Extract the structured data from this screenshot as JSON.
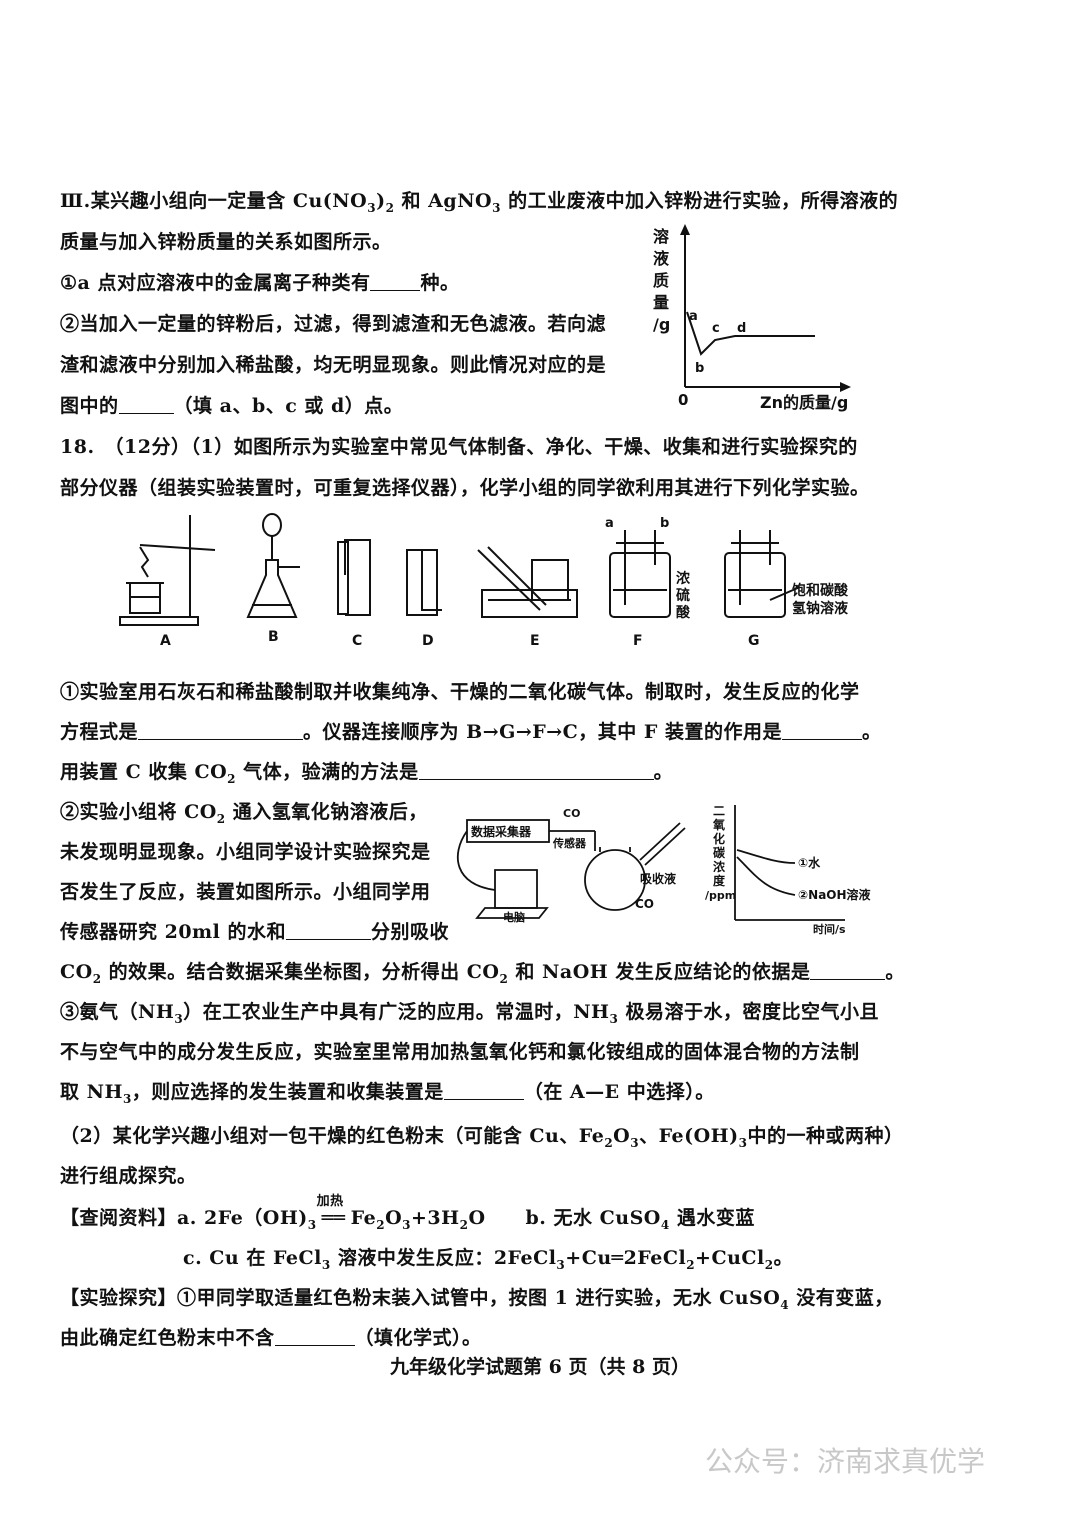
{
  "section3": {
    "l1a": "Ⅲ.某兴趣小组向一定量含 Cu(NO",
    "l1b": "3",
    "l1c": ")",
    "l1d": "2",
    "l1e": " 和 AgNO",
    "l1f": "3",
    "l1g": " 的工业废液中加入锌粉进行实验，所得溶液的",
    "l2": "质量与加入锌粉质量的关系如图所示。",
    "q1a": "①a 点对应溶液中的金属离子种类有",
    "q1b": "种。",
    "q2l1": "②当加入一定量的锌粉后，过滤，得到滤渣和无色滤液。若向滤",
    "q2l2": "渣和滤液中分别加入稀盐酸，均无明显现象。则此情况对应的是",
    "q2l3a": "图中的",
    "q2l3b": "（填 a、b、c 或 d）点。"
  },
  "graph1": {
    "ylabel": [
      "溶",
      "液",
      "质",
      "量",
      "/g"
    ],
    "xlabel": "Zn的质量/g",
    "origin": "0",
    "points": [
      "a",
      "b",
      "c",
      "d"
    ]
  },
  "q18": {
    "l1": "18.　（12分）（1）如图所示为实验室中常见气体制备、净化、干燥、收集和进行实验探究的",
    "l2": "部分仪器（组装实验装置时，可重复选择仪器），化学小组的同学欲利用其进行下列化学实验。",
    "apparatus": {
      "labels": [
        "A",
        "B",
        "C",
        "D",
        "E",
        "F",
        "G"
      ],
      "f_ports": [
        "a",
        "b"
      ],
      "f_note": [
        "浓",
        "硫",
        "酸"
      ],
      "g_note": [
        "饱和碳酸",
        "氢钠溶液"
      ]
    },
    "i1": "①实验室用石灰石和稀盐酸制取并收集纯净、干燥的二氧化碳气体。制取时，发生反应的化学",
    "i2a": "方程式是",
    "i2b": "。仪器连接顺序为 B→G→F→C，其中 F 装置的作用是",
    "i2c": "。",
    "i3a": "用装置 C 收集 CO",
    "i3b": "2",
    "i3c": " 气体，验满的方法是",
    "i3d": "。",
    "ii1a": "②实验小组将 CO",
    "ii1b": "2",
    "ii1c": " 通入氢氧化钠溶液后，",
    "ii2": "未发现明显现象。小组同学设计实验探究是",
    "ii3": "否发生了反应，装置如图所示。小组同学用",
    "ii4a": "传感器研究 20ml 的水和",
    "ii4b": "分别吸收",
    "ii5a": "CO",
    "ii5b": "2",
    "ii5c": " 的效果。结合数据采集坐标图，分析得出 CO",
    "ii5d": "2",
    "ii5e": " 和 NaOH 发生反应结论的依据是",
    "ii5f": "。",
    "iii1a": "③氨气（NH",
    "iii1b": "3",
    "iii1c": "）在工农业生产中具有广泛的应用。常温时，NH",
    "iii1d": "3",
    "iii1e": " 极易溶于水，密度比空气小且",
    "iii2": "不与空气中的成分发生反应，实验室里常用加热氢氧化钙和氯化铵组成的固体混合物的方法制",
    "iii3a": "取 NH",
    "iii3b": "3",
    "iii3c": "，则应选择的发生装置和收集装置是",
    "iii3d": "（在 A—E 中选择）。"
  },
  "sensor": {
    "box1": "数据采集器",
    "box2": "电脑",
    "co2sensor": [
      "CO",
      "传感器"
    ],
    "absorb": "吸收液",
    "co2": "CO",
    "ylabel": [
      "二",
      "氧",
      "化",
      "碳",
      "浓",
      "度",
      "/ppm"
    ],
    "xlabel": "时间/s",
    "curve1": "①水",
    "curve2": "②NaOH溶液"
  },
  "part2": {
    "l1a": "（2）某化学兴趣小组对一包干燥的红色粉末（可能含 Cu、Fe",
    "l1b": "2",
    "l1c": "O",
    "l1d": "3",
    "l1e": "、Fe(OH)",
    "l1f": "3",
    "l1g": "中的一种或两种）",
    "l2": "进行组成探究。",
    "r1a": "【查阅资料】a. 2Fe（OH)",
    "r1b": "3",
    "r1heat": "加热",
    "r1c": "Fe",
    "r1d": "2",
    "r1e": "O",
    "r1f": "3",
    "r1g": "+3H",
    "r1h": "2",
    "r1i": "O",
    "r1j": "b. 无水 CuSO",
    "r1k": "4",
    "r1l": " 遇水变蓝",
    "r2a": "c. Cu 在 FeCl",
    "r2b": "3",
    "r2c": " 溶液中发生反应：2FeCl",
    "r2d": "3",
    "r2e": "+Cu═2FeCl",
    "r2f": "2",
    "r2g": "+CuCl",
    "r2h": "2",
    "r2i": "。",
    "e1a": "【实验探究】①甲同学取适量红色粉末装入试管中，按图 1 进行实验，无水 CuSO",
    "e1b": "4",
    "e1c": " 没有变蓝，",
    "e2a": "由此确定红色粉末中不含",
    "e2b": "（填化学式）。"
  },
  "footer": "九年级化学试题第 6 页（共 8 页）",
  "watermark": "公众号：济南求真优学"
}
